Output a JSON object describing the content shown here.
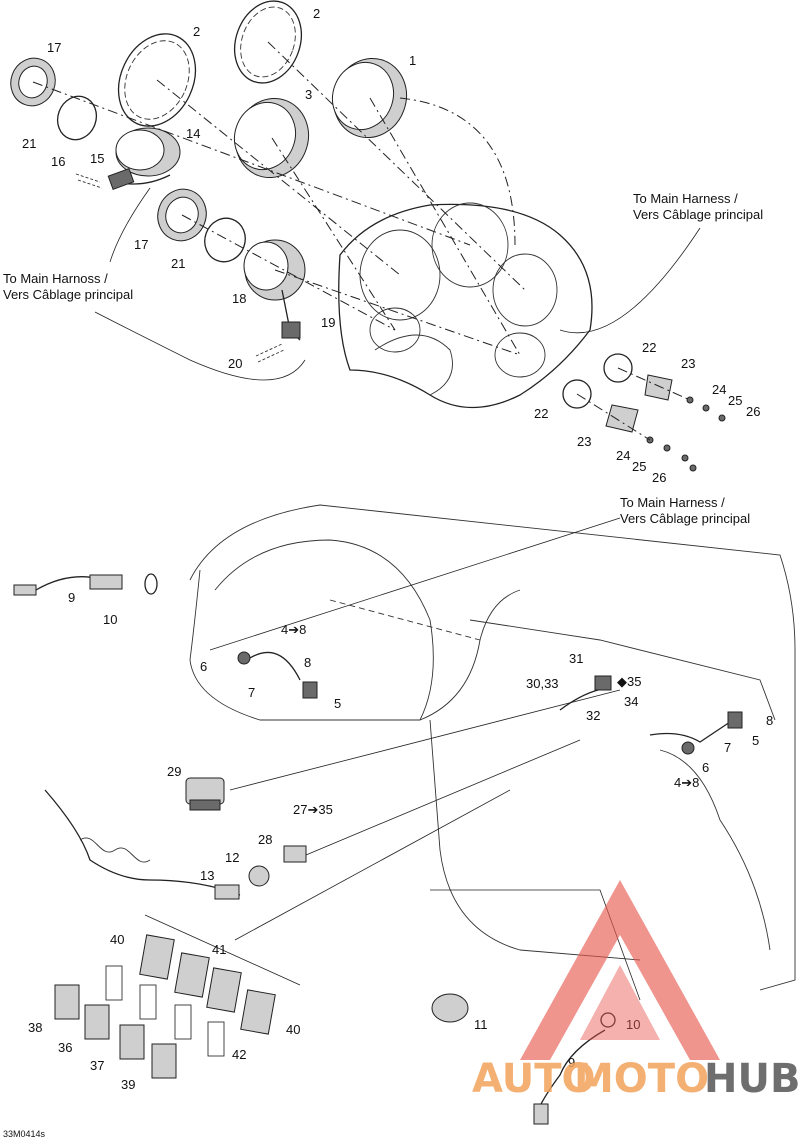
{
  "drawing_code": "33M0414s",
  "notes": {
    "main_harness_1_line1": "To Main Harness /",
    "main_harness_1_line2": "Vers Câblage principal",
    "main_harness_2_line1": "To Main Harnoss /",
    "main_harness_2_line2": "Vers Câblage principal",
    "main_harness_3_line1": "To Main Harness /",
    "main_harness_3_line2": "Vers Câblage principal"
  },
  "callouts": {
    "c1": "1",
    "c2a": "2",
    "c2b": "2",
    "c3": "3",
    "c14": "14",
    "c15": "15",
    "c16": "16",
    "c17a": "17",
    "c17b": "17",
    "c18": "18",
    "c19": "19",
    "c20": "20",
    "c21a": "21",
    "c21b": "21",
    "c22a": "22",
    "c22b": "22",
    "c23a": "23",
    "c23b": "23",
    "c24a": "24",
    "c24b": "24",
    "c25a": "25",
    "c25b": "25",
    "c26a": "26",
    "c26b": "26",
    "c9a": "9",
    "c10a": "10",
    "c4to8a": "4➔8",
    "c6a": "6",
    "c8a": "8",
    "c7a": "7",
    "c5a": "5",
    "c31": "31",
    "c3033": "30,33",
    "c35drop": "◆35",
    "c34": "34",
    "c32": "32",
    "c8b": "8",
    "c5b": "5",
    "c7b": "7",
    "c6b": "6",
    "c4to8b": "4➔8",
    "c29": "29",
    "c27to35": "27➔35",
    "c28": "28",
    "c12": "12",
    "c13": "13",
    "c40a": "40",
    "c41": "41",
    "c40b": "40",
    "c38": "38",
    "c36": "36",
    "c37": "37",
    "c39": "39",
    "c42": "42",
    "c11": "11",
    "c10b": "10",
    "c9b": "9"
  },
  "watermark": {
    "part1": "AUTO",
    "part2": "MOTO",
    "part3": "HUB",
    "color_primary": "#f2a35a",
    "color_secondary": "#555555",
    "color_triangle": "#e8584f"
  }
}
